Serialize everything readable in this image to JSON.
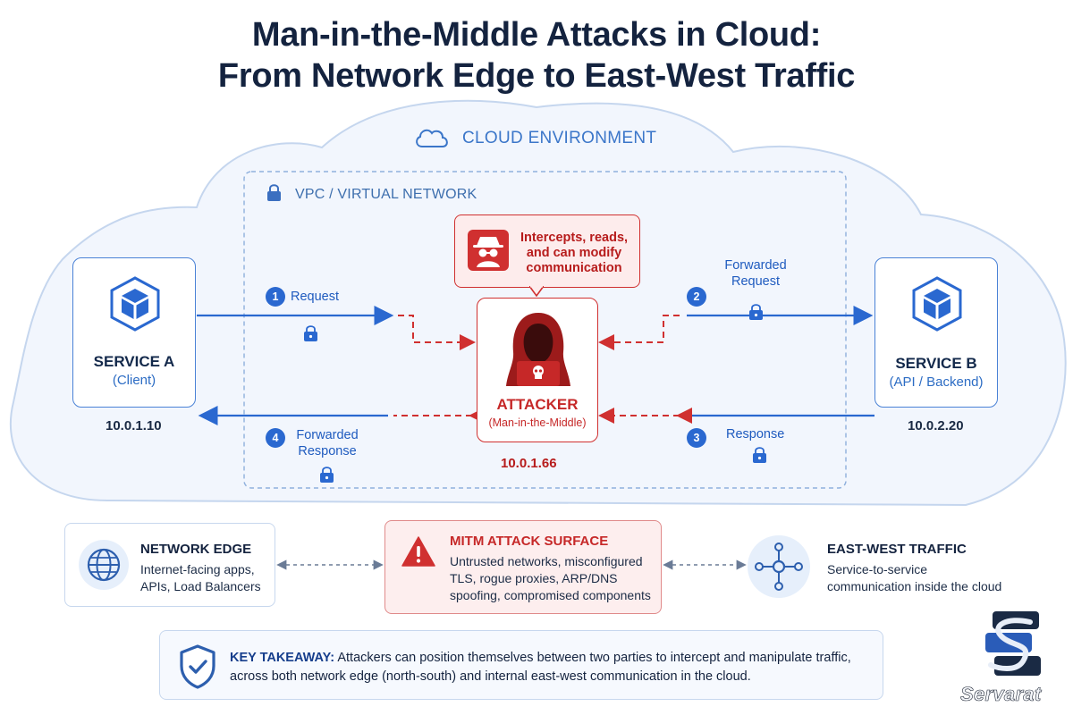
{
  "title": {
    "line1": "Man-in-the-Middle Attacks in Cloud:",
    "line2": "From Network Edge to East-West Traffic"
  },
  "cloud_label": "CLOUD ENVIRONMENT",
  "vpc_label": "VPC / VIRTUAL NETWORK",
  "service_a": {
    "name": "SERVICE A",
    "role": "(Client)",
    "ip": "10.0.1.10"
  },
  "service_b": {
    "name": "SERVICE B",
    "role": "(API / Backend)",
    "ip": "10.0.2.20"
  },
  "attacker": {
    "name": "ATTACKER",
    "role": "(Man-in-the-Middle)",
    "ip": "10.0.1.66",
    "callout": "Intercepts, reads, and can modify communication"
  },
  "steps": [
    {
      "num": "1",
      "label": "Request"
    },
    {
      "num": "2",
      "label": "Forwarded Request"
    },
    {
      "num": "3",
      "label": "Response"
    },
    {
      "num": "4",
      "label": "Forwarded Response"
    }
  ],
  "cards": {
    "network_edge": {
      "title": "NETWORK EDGE",
      "text": "Internet-facing apps, APIs, Load Balancers"
    },
    "attack_surface": {
      "title": "MITM ATTACK SURFACE",
      "text": "Untrusted networks, misconfigured TLS, rogue proxies, ARP/DNS spoofing, compromised components"
    },
    "east_west": {
      "title": "EAST-WEST TRAFFIC",
      "text": "Service-to-service communication inside the cloud"
    }
  },
  "takeaway": {
    "heading": "KEY TAKEAWAY:",
    "text": "Attackers can position themselves between two parties to intercept and manipulate traffic, across both network edge (north-south) and internal east-west communication in the cloud."
  },
  "brand": "Servarat",
  "icons": {
    "cloud": "cloud-icon",
    "vpc": "lock-icon",
    "service": "cube-icon",
    "attacker": "hooded-hacker-icon",
    "edge": "globe-icon",
    "surface": "warning-icon",
    "east_west": "network-hub-icon",
    "takeaway": "shield-check-icon"
  },
  "colors": {
    "blue": "#2a68d0",
    "red": "#d03030",
    "navy": "#14233f",
    "cloud_fill": "#f2f6fd"
  }
}
